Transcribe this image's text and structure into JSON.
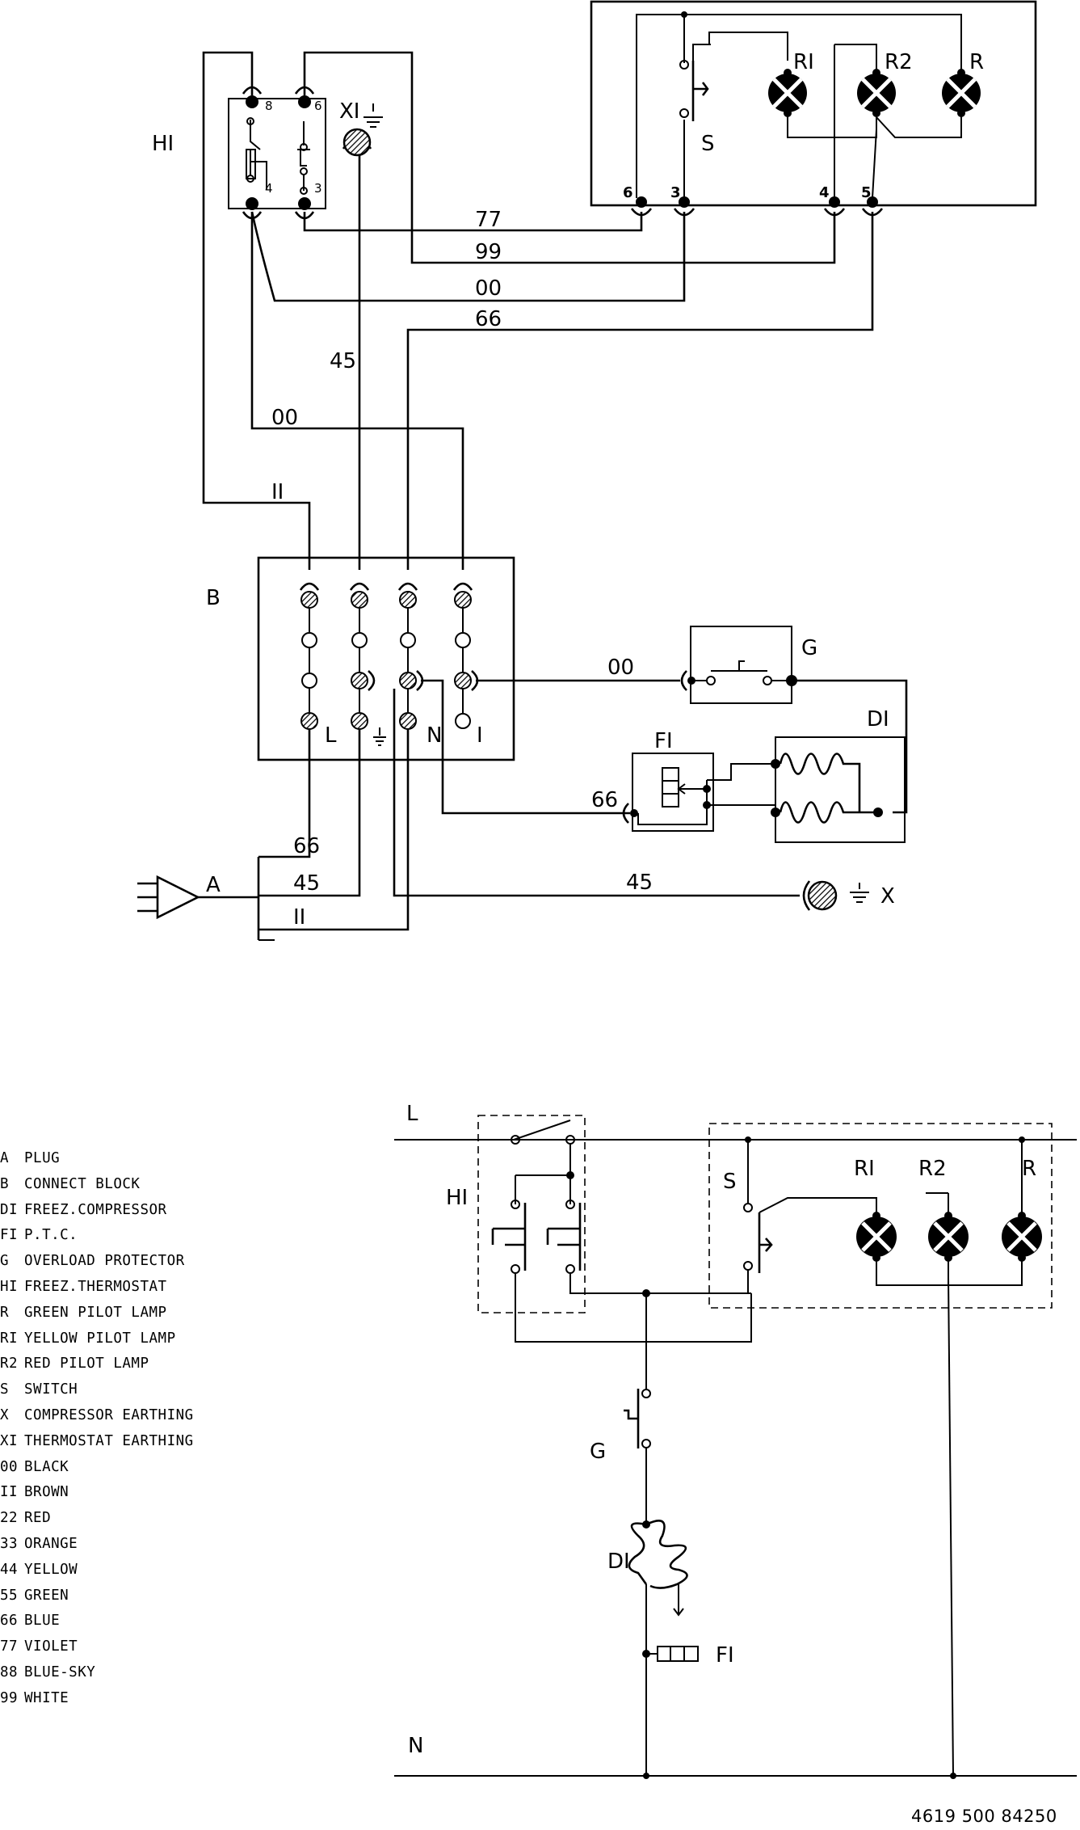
{
  "wiring": {
    "freez_thermostat": "HI",
    "thermostat_earthing": "XI",
    "connect_block": "B",
    "plug": "A",
    "compressor_earthing": "X",
    "overload_protector": "G",
    "freez_compressor": "DI",
    "ptc": "FI",
    "switch": "S",
    "lamp_yellow": "RI",
    "lamp_red": "R2",
    "lamp_green": "R",
    "thermostat_terminals": [
      "8",
      "6",
      "4",
      "3"
    ],
    "panel_terminals": [
      "6",
      "3",
      "4",
      "5"
    ],
    "block_terminals": [
      "L",
      "N",
      "I"
    ],
    "wire_numbers": [
      "77",
      "99",
      "00",
      "66",
      "45",
      "00",
      "II",
      "00",
      "66",
      "66",
      "45",
      "II",
      "45"
    ]
  },
  "schematic": {
    "line": "L",
    "neutral": "N",
    "labels": [
      "HI",
      "S",
      "RI",
      "R2",
      "R",
      "G",
      "DI",
      "FI"
    ]
  },
  "legend": [
    {
      "code": "A",
      "text": "PLUG"
    },
    {
      "code": "B",
      "text": "CONNECT BLOCK"
    },
    {
      "code": "DI",
      "text": "FREEZ.COMPRESSOR"
    },
    {
      "code": "FI",
      "text": "P.T.C."
    },
    {
      "code": "G",
      "text": "OVERLOAD PROTECTOR"
    },
    {
      "code": "HI",
      "text": "FREEZ.THERMOSTAT"
    },
    {
      "code": "R",
      "text": "GREEN PILOT LAMP"
    },
    {
      "code": "RI",
      "text": "YELLOW PILOT LAMP"
    },
    {
      "code": "R2",
      "text": "RED PILOT LAMP"
    },
    {
      "code": "S",
      "text": "SWITCH"
    },
    {
      "code": "X",
      "text": "COMPRESSOR EARTHING"
    },
    {
      "code": "XI",
      "text": "THERMOSTAT EARTHING"
    },
    {
      "code": "00",
      "text": "BLACK"
    },
    {
      "code": "II",
      "text": "BROWN"
    },
    {
      "code": "22",
      "text": "RED"
    },
    {
      "code": "33",
      "text": "ORANGE"
    },
    {
      "code": "44",
      "text": "YELLOW"
    },
    {
      "code": "55",
      "text": "GREEN"
    },
    {
      "code": "66",
      "text": "BLUE"
    },
    {
      "code": "77",
      "text": "VIOLET"
    },
    {
      "code": "88",
      "text": "BLUE-SKY"
    },
    {
      "code": "99",
      "text": "WHITE"
    }
  ],
  "document_number": "4619 500 84250"
}
